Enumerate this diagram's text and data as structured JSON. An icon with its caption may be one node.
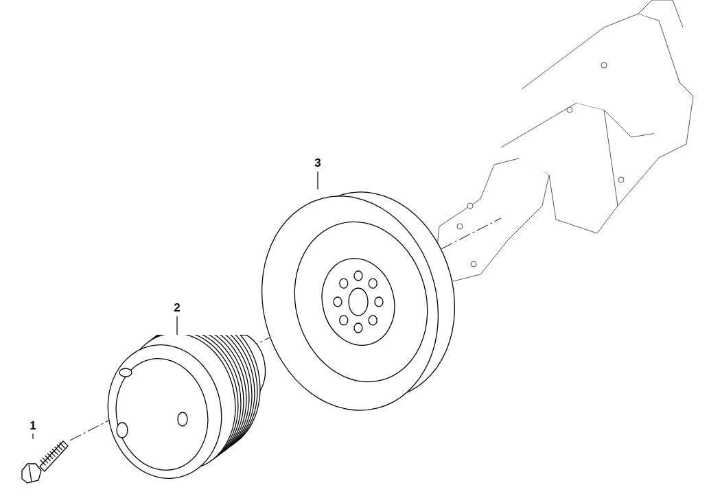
{
  "diagram": {
    "nodes": [
      {
        "text": [
          "1"
        ]
      },
      {
        "text": [],
        "shape": "picture"
      },
      {
        "text": [
          "2"
        ]
      },
      {
        "text": [],
        "shape": "picture"
      },
      {
        "text": [
          "3"
        ]
      },
      {
        "text": [],
        "shape": "picture"
      }
    ],
    "edges": [
      {
        "from": 0,
        "to": 1,
        "arrow": "none"
      },
      {
        "from": 2,
        "to": 3,
        "arrow": "none"
      },
      {
        "from": 4,
        "to": 5,
        "arrow": "none"
      }
    ]
  }
}
